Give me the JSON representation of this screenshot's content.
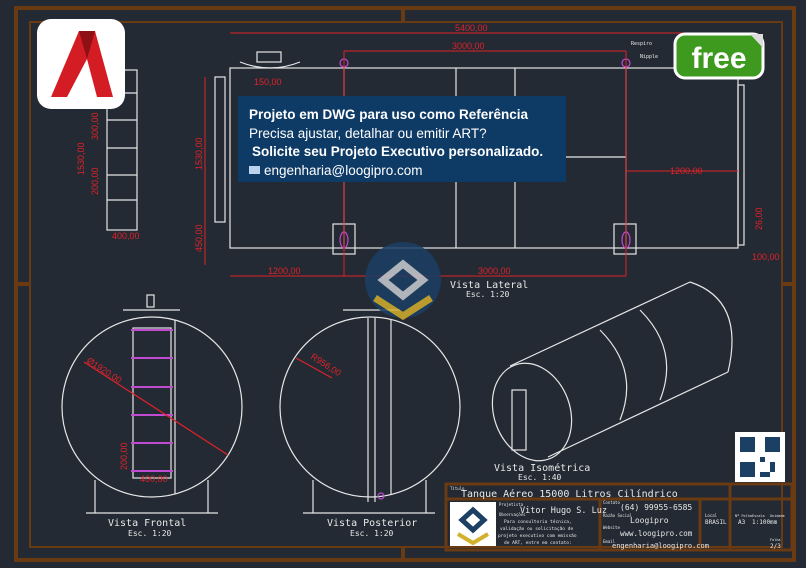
{
  "promo": {
    "line1": "Projeto em DWG para uso como Referência",
    "line2": "Precisa ajustar, detalhar ou emitir ART?",
    "line3": "Solicite seu Projeto Executivo personalizado.",
    "email": "engenharia@loogipro.com"
  },
  "badges": {
    "autocad_logo": "A",
    "free": "free"
  },
  "lateral": {
    "dims": [
      "5400,00",
      "3000,00",
      "150,00",
      "1530,00",
      "450,00",
      "1200,00",
      "3000,00",
      "1200,00",
      "26,00",
      "100,00",
      "3000,00"
    ],
    "callouts": [
      "Respiro",
      "Nipple"
    ],
    "title": "Vista Lateral",
    "scale": "Esc. 1:20"
  },
  "ladder": {
    "dims": [
      "200,00",
      "300,00",
      "1530,00",
      "400,00"
    ]
  },
  "frontal": {
    "title": "Vista Frontal",
    "scale": "Esc. 1:20",
    "diameter": "Ø1920,00",
    "dims": [
      "200,00",
      "400,00"
    ]
  },
  "posterior": {
    "title": "Vista Posterior",
    "scale": "Esc. 1:20",
    "radius": "R956,00"
  },
  "isometric": {
    "title": "Vista Isométrica",
    "scale": "Esc. 1:40"
  },
  "title_block": {
    "title_label": "Título",
    "title": "Tanque Aéreo 15000 Litros Cilíndrico",
    "author_label": "Projetista",
    "author": "Vitor Hugo S. Luz",
    "contact_label": "Contato",
    "contact": "(64) 99955-6585",
    "company_label": "Razão Social",
    "company": "Loogipro",
    "website_label": "Website",
    "website": "www.loogipro.com",
    "email_label": "Email",
    "email": "engenharia@loogipro.com",
    "notes_label": "Observações",
    "notes": [
      "Para consultoria técnica,",
      "validação ou solicitação de",
      "projeto executivo com emissão",
      "de ART, entre em contato:"
    ],
    "local_label": "Local",
    "local": "BRASIL",
    "sheet_size_label": "Nº Folha",
    "sheet_size": "A3",
    "scale_label": "Escala",
    "scale": "1:100",
    "unit_label": "Unidade",
    "unit": "mm",
    "sheet_label": "Folha",
    "sheet": "2/3"
  }
}
